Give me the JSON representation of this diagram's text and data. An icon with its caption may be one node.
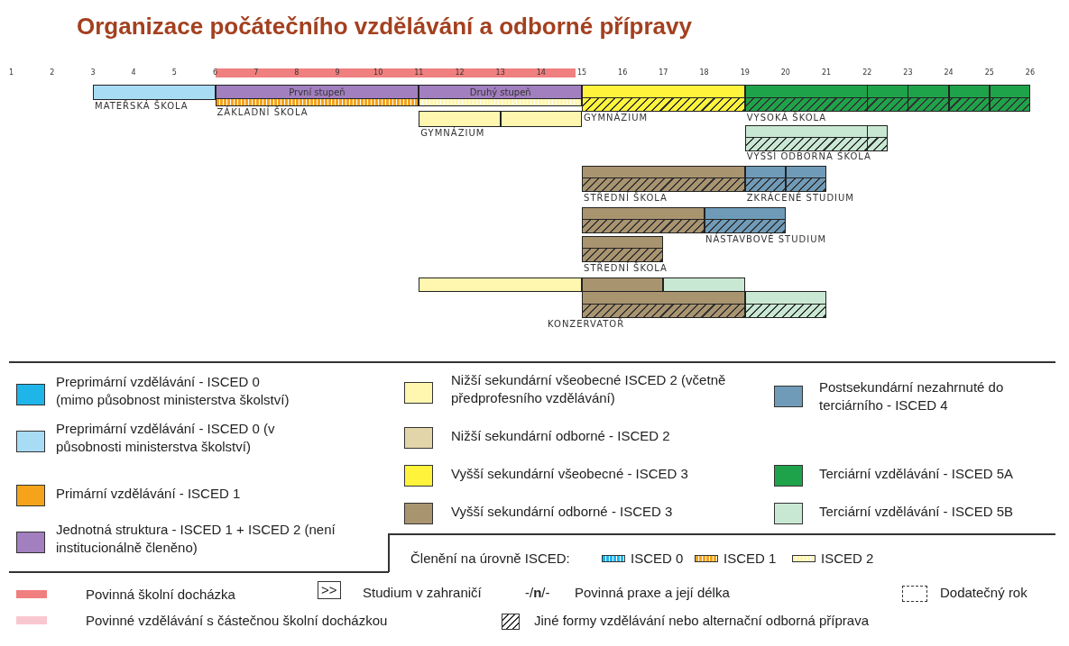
{
  "diagram": {
    "title": "Organizace počátečního vzdělávání a odborné přípravy",
    "nodes": [
      {
        "text": [],
        "shape": "bar",
        "beside": [
          "MATEŘSKÁ ŠKOLA"
        ]
      },
      {
        "text": [
          "První stupeň"
        ],
        "beside": [
          "ZÁKLADNÍ ŠKOLA"
        ]
      },
      {
        "text": [
          "Druhý stupeň"
        ]
      },
      {
        "text": [],
        "shape": "bar",
        "beside": [
          "GYMNÁZIUM"
        ]
      },
      {
        "text": [],
        "shape": "bar",
        "beside": [
          "VYSOKÁ ŠKOLA"
        ]
      },
      {
        "text": [],
        "shape": "bar",
        "beside": [
          "GYMNÁZIUM"
        ]
      },
      {
        "text": [],
        "shape": "bar",
        "beside": [
          "VYŠŠÍ ODBORNÁ ŠKOLA"
        ]
      },
      {
        "text": [],
        "shape": "bar",
        "beside": [
          "STŘEDNÍ ŠKOLA"
        ]
      },
      {
        "text": [],
        "shape": "bar",
        "beside": [
          "ZKRÁCENÉ STUDIUM"
        ]
      },
      {
        "text": [],
        "shape": "bar"
      },
      {
        "text": [],
        "shape": "bar",
        "beside": [
          "NÁSTAVBOVÉ STUDIUM"
        ]
      },
      {
        "text": [],
        "shape": "bar",
        "beside": [
          "STŘEDNÍ ŠKOLA"
        ]
      },
      {
        "text": [],
        "shape": "bar"
      },
      {
        "text": [],
        "shape": "bar"
      },
      {
        "text": [],
        "shape": "bar"
      },
      {
        "text": [],
        "shape": "bar",
        "beside": [
          "KONZERVATOŘ"
        ]
      },
      {
        "text": [],
        "shape": "bar"
      }
    ],
    "labels": [
      "1",
      "2",
      "3",
      "4",
      "5",
      "6",
      "7",
      "8",
      "9",
      "10",
      "11",
      "12",
      "13",
      "14",
      "15",
      "16",
      "17",
      "18",
      "19",
      "20",
      "21",
      "22",
      "23",
      "24",
      "25",
      "26",
      "Členění na úrovně ISCED:",
      ">>",
      "-/**n**/-"
    ],
    "legend": [
      {
        "text": "Preprimární vzdělávání - ISCED 0 (mimo působnost ministerstva školství)",
        "color": "#1fb5e9"
      },
      {
        "text": "Preprimární vzdělávání - ISCED 0 (v působnosti ministerstva školství)",
        "color": "#a8dcf4"
      },
      {
        "text": "Primární vzdělávání - ISCED 1",
        "color": "#f5a31a"
      },
      {
        "text": "Jednotná struktura - ISCED 1 + ISCED 2 (není institucionálně členěno)",
        "color": "#a27fbf"
      },
      {
        "text": "Nižší sekundární všeobecné ISCED 2 (včetně předprofesního vzdělávání)",
        "color": "#fff6b0"
      },
      {
        "text": "Nižší sekundární odborné - ISCED 2",
        "color": "#e3d5aa"
      },
      {
        "text": "Vyšší sekundární všeobecné - ISCED 3",
        "color": "#fff33b"
      },
      {
        "text": "Vyšší sekundární odborné - ISCED 3",
        "color": "#a99470"
      },
      {
        "text": "Postsekundární nezahrnuté do terciárního - ISCED 4",
        "color": "#6f9bb8"
      },
      {
        "text": "Terciární vzdělávání - ISCED 5A",
        "color": "#1fa34a"
      },
      {
        "text": "Terciární vzdělávání - ISCED 5B",
        "color": "#c9e8d3"
      },
      {
        "text": "ISCED 0"
      },
      {
        "text": "ISCED 1"
      },
      {
        "text": "ISCED 2"
      },
      {
        "text": "Povinná školní docházka",
        "color": "#f07f7f"
      },
      {
        "text": "Studium v zahraničí"
      },
      {
        "text": "Povinná praxe a její délka"
      },
      {
        "text": "Dodatečný rok"
      },
      {
        "text": "Povinné vzdělávání s částečnou školní docházkou",
        "color": "#f9c8cf"
      },
      {
        "text": "Jiné formy vzdělávání nebo alternační odborná příprava"
      }
    ]
  }
}
